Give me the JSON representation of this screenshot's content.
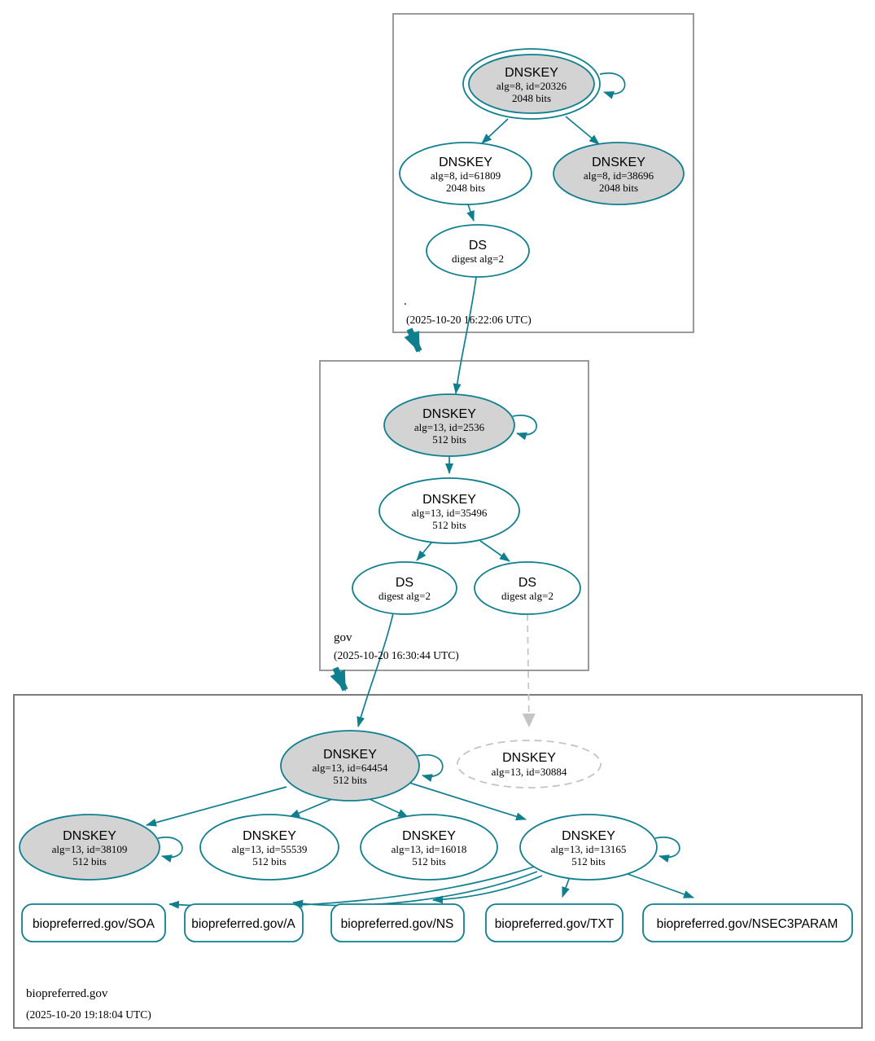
{
  "colors": {
    "teal": "#0f7f8f",
    "node_fill_gray": "#d3d3d3",
    "dashed_gray": "#c4c4c4",
    "zone_border": "#8f8f8f",
    "text": "#000000"
  },
  "zones": {
    "root": {
      "label": ".",
      "timestamp": "(2025-10-20 16:22:06 UTC)"
    },
    "gov": {
      "label": "gov",
      "timestamp": "(2025-10-20 16:30:44 UTC)"
    },
    "bio": {
      "label": "biopreferred.gov",
      "timestamp": "(2025-10-20 19:18:04 UTC)"
    }
  },
  "nodes": {
    "root_ksk": {
      "title": "DNSKEY",
      "detail": "alg=8, id=20326",
      "bits": "2048 bits"
    },
    "root_zsk": {
      "title": "DNSKEY",
      "detail": "alg=8, id=61809",
      "bits": "2048 bits"
    },
    "root_key_38696": {
      "title": "DNSKEY",
      "detail": "alg=8, id=38696",
      "bits": "2048 bits"
    },
    "root_ds": {
      "title": "DS",
      "detail": "digest alg=2"
    },
    "gov_ksk": {
      "title": "DNSKEY",
      "detail": "alg=13, id=2536",
      "bits": "512 bits"
    },
    "gov_zsk": {
      "title": "DNSKEY",
      "detail": "alg=13, id=35496",
      "bits": "512 bits"
    },
    "gov_ds_left": {
      "title": "DS",
      "detail": "digest alg=2"
    },
    "gov_ds_right": {
      "title": "DS",
      "detail": "digest alg=2"
    },
    "bio_ksk": {
      "title": "DNSKEY",
      "detail": "alg=13, id=64454",
      "bits": "512 bits"
    },
    "bio_key_missing": {
      "title": "DNSKEY",
      "detail": "alg=13, id=30884"
    },
    "bio_key_38109": {
      "title": "DNSKEY",
      "detail": "alg=13, id=38109",
      "bits": "512 bits"
    },
    "bio_key_55539": {
      "title": "DNSKEY",
      "detail": "alg=13, id=55539",
      "bits": "512 bits"
    },
    "bio_key_16018": {
      "title": "DNSKEY",
      "detail": "alg=13, id=16018",
      "bits": "512 bits"
    },
    "bio_key_13165": {
      "title": "DNSKEY",
      "detail": "alg=13, id=13165",
      "bits": "512 bits"
    },
    "rrset_soa": {
      "label": "biopreferred.gov/SOA"
    },
    "rrset_a": {
      "label": "biopreferred.gov/A"
    },
    "rrset_ns": {
      "label": "biopreferred.gov/NS"
    },
    "rrset_txt": {
      "label": "biopreferred.gov/TXT"
    },
    "rrset_nsec3param": {
      "label": "biopreferred.gov/NSEC3PARAM"
    }
  }
}
